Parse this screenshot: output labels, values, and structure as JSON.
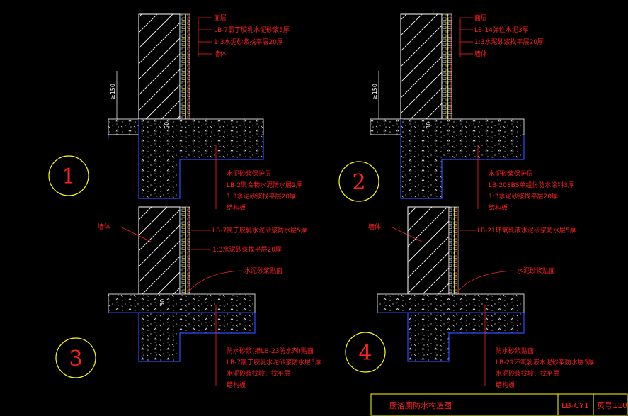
{
  "colors": {
    "background": "#000000",
    "line_white": "#ffffff",
    "text_red": "#ff2020",
    "membrane_yellow": "#ffff00",
    "bubble_yellow": "#ffff00",
    "concrete_blue": "#2a4cff",
    "titleblock_yellow": "#ffff00"
  },
  "details": [
    {
      "number": "1",
      "dim_height": "≥150",
      "dim_small": "50",
      "top_callouts": [
        "面层",
        "LB-7氯丁胶乳水泥砂浆5厚",
        "1:3水泥砂浆找平层20厚",
        "墙体"
      ],
      "bottom_callouts": [
        "水泥砂浆保护层",
        "LB-2聚合物水泥防水层2厚",
        "1:3水泥砂浆找平层20厚",
        "结构板"
      ]
    },
    {
      "number": "2",
      "dim_height": "≥150",
      "dim_small": "50",
      "top_callouts": [
        "面层",
        "LB-14弹性水泥3厚",
        "1:3水泥砂浆找平层20厚",
        "墙体"
      ],
      "bottom_callouts": [
        "水泥砂浆保护层",
        "LB-20SBS单组份防水涂料3厚",
        "1:3水泥砂浆找平层20厚",
        "结构板"
      ]
    },
    {
      "number": "3",
      "wall_label": "墙体",
      "dim_small": "50",
      "side_callouts": [
        "LB-7氯丁胶乳水泥砂浆防水层5厚",
        "1:3水泥砂浆找平层20厚",
        "水泥砂浆贴面"
      ],
      "bottom_callouts": [
        "防水砂浆(掺LB-23防水剂)贴面",
        "LB-7氯丁胶乳水泥砂浆防水层5厚",
        "水泥砂浆找坡、找平层",
        "结构板"
      ]
    },
    {
      "number": "4",
      "wall_label": "墙体",
      "side_callouts": [
        "LB-21环氧乳液水泥砂浆防水层5厚",
        "水泥砂浆贴面"
      ],
      "bottom_callouts": [
        "防水砂浆贴面",
        "LB-21环氧乳液水泥砂浆防水层5厚",
        "水泥砂浆找坡、找平层",
        "结构板"
      ]
    }
  ],
  "title_block": {
    "title": "厨浴厕防水构造图",
    "code": "LB-CY1",
    "page": "页号110"
  }
}
